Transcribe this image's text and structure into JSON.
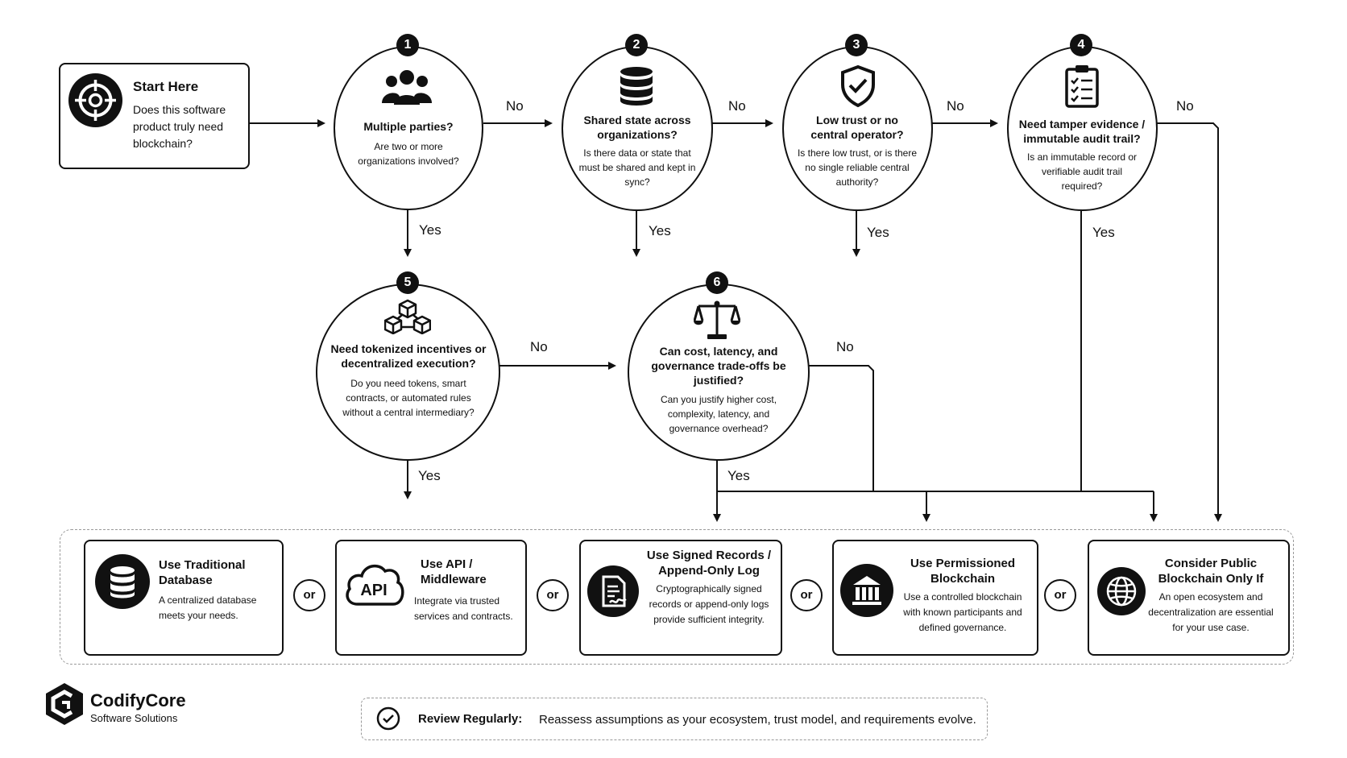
{
  "start": {
    "title": "Start Here",
    "question": "Does this software product truly need blockchain?",
    "icon": "target-icon"
  },
  "questions": [
    {
      "number": "1",
      "title": "Multiple parties?",
      "subtitle": "Are two or more organizations involved?",
      "icon": "people-icon"
    },
    {
      "number": "2",
      "title": "Shared state across organizations?",
      "subtitle": "Is there data or state that must be shared and kept in sync?",
      "icon": "database-icon"
    },
    {
      "number": "3",
      "title": "Low trust or no central operator?",
      "subtitle": "Is there low trust, or is there no single reliable central authority?",
      "icon": "shield-check-icon"
    },
    {
      "number": "4",
      "title": "Need tamper evidence / immutable audit trail?",
      "subtitle": "Is an immutable record or verifiable audit trail required?",
      "icon": "clipboard-checklist-icon"
    },
    {
      "number": "5",
      "title": "Need tokenized incentives or decentralized execution?",
      "subtitle": "Do you need tokens, smart contracts, or automated rules without a central intermediary?",
      "icon": "cubes-network-icon"
    },
    {
      "number": "6",
      "title": "Can cost, latency, and governance trade-offs be justified?",
      "subtitle": "Can you justify higher cost, complexity, latency, and governance overhead?",
      "icon": "scales-icon"
    }
  ],
  "edge_labels": {
    "q1_no": "No",
    "q1_yes": "Yes",
    "q2_no": "No",
    "q2_yes": "Yes",
    "q3_no": "No",
    "q3_yes": "Yes",
    "q4_no": "No",
    "q4_yes": "Yes",
    "q5_no": "No",
    "q5_yes": "Yes",
    "q6_no": "No",
    "q6_yes": "Yes"
  },
  "outcomes": [
    {
      "title": "Use Traditional Database",
      "subtitle": "A centralized database meets your needs.",
      "icon": "database-icon"
    },
    {
      "title": "Use API / Middleware",
      "subtitle": "Integrate via trusted services and contracts.",
      "icon": "api-cloud-icon",
      "icon_text": "API"
    },
    {
      "title": "Use Signed Records / Append-Only Log",
      "subtitle": "Cryptographically signed records or append-only logs provide sufficient integrity.",
      "icon": "signed-document-icon"
    },
    {
      "title": "Use Permissioned Blockchain",
      "subtitle": "Use a controlled blockchain with known participants and defined governance.",
      "icon": "institution-icon"
    },
    {
      "title": "Consider Public Blockchain Only If",
      "subtitle": "An open ecosystem and decentralization are essential for your use case.",
      "icon": "globe-icon"
    }
  ],
  "or_label": "or",
  "brand": {
    "name": "CodifyCore",
    "tagline": "Software Solutions",
    "icon": "codifycore-logo-icon"
  },
  "review": {
    "label": "Review Regularly:",
    "text": "Reassess assumptions as your ecosystem, trust model, and requirements evolve.",
    "icon": "check-circle-icon"
  }
}
